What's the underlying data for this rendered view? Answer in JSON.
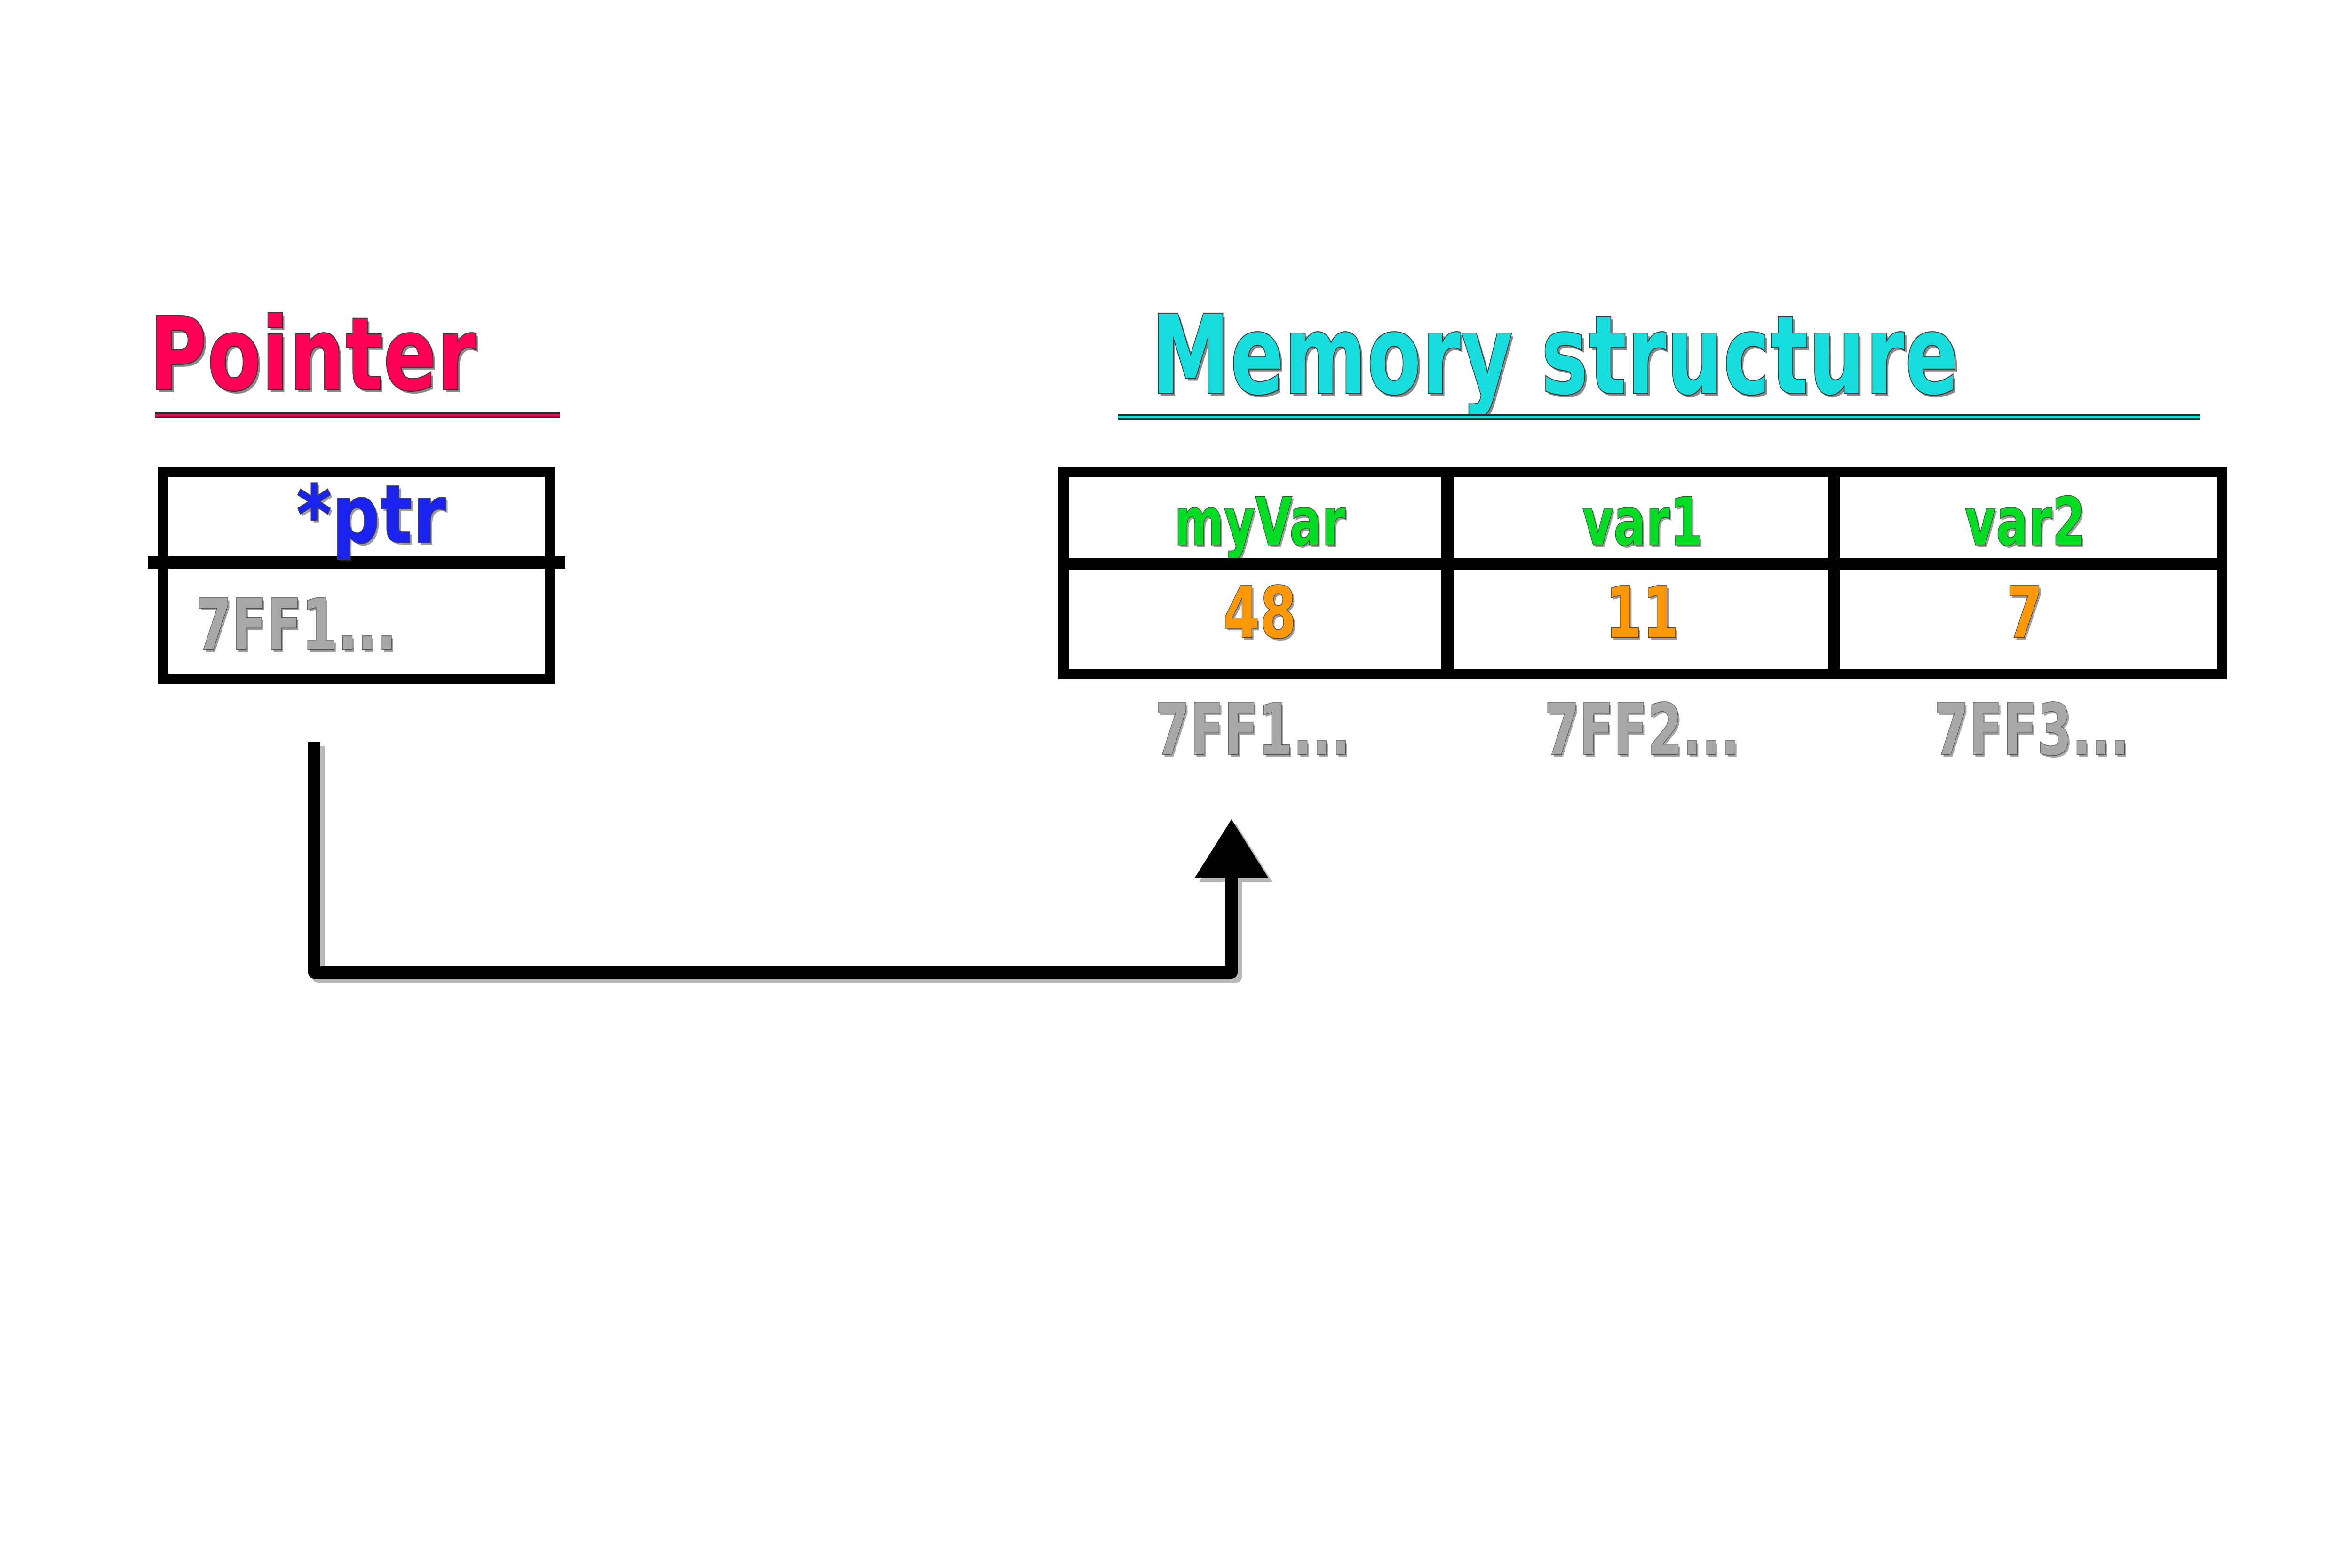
{
  "diagram": {
    "title_left": "Pointer",
    "title_right": "Memory structure"
  },
  "pointer_box": {
    "name": "*ptr",
    "address_value": "7FF1...",
    "name_color": "#1a22ee",
    "address_color": "#a8a8a8"
  },
  "memory_table": {
    "headers": [
      "myVar",
      "var1",
      "var2"
    ],
    "values": [
      "48",
      "11",
      "7"
    ],
    "addresses": [
      "7FF1...",
      "7FF2...",
      "7FF3..."
    ],
    "header_color": "#00dd22",
    "value_color": "#ff9908",
    "address_color": "#a8a8a8"
  },
  "connector": {
    "name": "pointer-to-myvar-arrow",
    "from": "pointer-address-cell",
    "to": "myVar-address-7FF1",
    "color": "#000000"
  },
  "colors": {
    "pointer_title": "#ff0055",
    "memory_title": "#18dddd",
    "border": "#000000",
    "background": "#ffffff"
  }
}
